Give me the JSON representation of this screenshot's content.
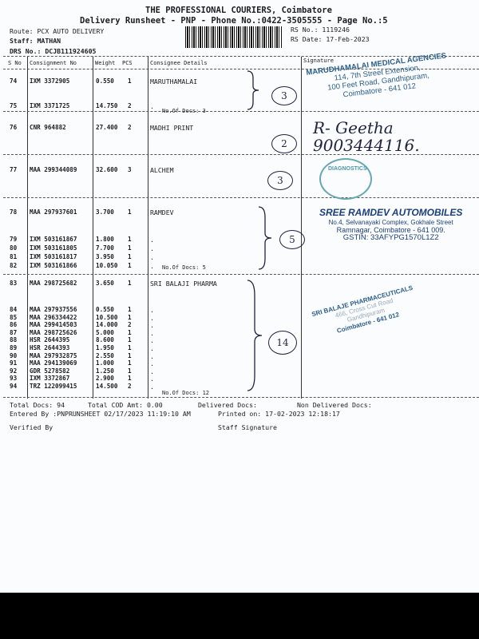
{
  "header": {
    "company": "THE PROFESSIONAL COURIERS, Coimbatore",
    "subtitle": "Delivery Runsheet - PNP - Phone No.:0422-3505555 - Page No.:5",
    "route": "Route: PCX AUTO DELIVERY",
    "staff": "Staff: MATHAN",
    "drs": "DRS No.: DCJB111924605",
    "rs_no": "RS No.: 1119246",
    "rs_date": "RS Date: 17-Feb-2023"
  },
  "columns": [
    "S No",
    "Consignment No",
    "Weight",
    "PCS",
    "Consignee Details",
    "Signature"
  ],
  "rows": [
    {
      "sno": "74",
      "cn": "IXM 3372905",
      "wt": "0.550",
      "pcs": "1",
      "consignee": "MARUTHAMALAI"
    },
    {
      "sno": "75",
      "cn": "IXM 3371725",
      "wt": "14.750",
      "pcs": "2",
      "consignee": "."
    },
    {
      "sno": "76",
      "cn": "CNR 964882",
      "wt": "27.400",
      "pcs": "2",
      "consignee": "MADHI PRINT"
    },
    {
      "sno": "77",
      "cn": "MAA 299344089",
      "wt": "32.600",
      "pcs": "3",
      "consignee": "ALCHEM"
    },
    {
      "sno": "78",
      "cn": "MAA 297937601",
      "wt": "3.700",
      "pcs": "1",
      "consignee": "RAMDEV"
    },
    {
      "sno": "79",
      "cn": "IXM 503161867",
      "wt": "1.800",
      "pcs": "1",
      "consignee": "."
    },
    {
      "sno": "80",
      "cn": "IXM 503161805",
      "wt": "7.700",
      "pcs": "1",
      "consignee": "."
    },
    {
      "sno": "81",
      "cn": "IXM 503161817",
      "wt": "3.950",
      "pcs": "1",
      "consignee": "."
    },
    {
      "sno": "82",
      "cn": "IXM 503161866",
      "wt": "10.050",
      "pcs": "1",
      "consignee": "."
    },
    {
      "sno": "83",
      "cn": "MAA 298725682",
      "wt": "3.650",
      "pcs": "1",
      "consignee": "SRI BALAJI PHARMA"
    },
    {
      "sno": "84",
      "cn": "MAA 297937556",
      "wt": "0.550",
      "pcs": "1",
      "consignee": "."
    },
    {
      "sno": "85",
      "cn": "MAA 296334422",
      "wt": "10.500",
      "pcs": "1",
      "consignee": "."
    },
    {
      "sno": "86",
      "cn": "MAA 299414503",
      "wt": "14.000",
      "pcs": "2",
      "consignee": "."
    },
    {
      "sno": "87",
      "cn": "MAA 298725626",
      "wt": "5.000",
      "pcs": "1",
      "consignee": "."
    },
    {
      "sno": "88",
      "cn": "HSR 2644395",
      "wt": "8.600",
      "pcs": "1",
      "consignee": "."
    },
    {
      "sno": "89",
      "cn": "HSR 2644393",
      "wt": "1.950",
      "pcs": "1",
      "consignee": "."
    },
    {
      "sno": "90",
      "cn": "MAA 297932875",
      "wt": "2.550",
      "pcs": "1",
      "consignee": "."
    },
    {
      "sno": "91",
      "cn": "MAA 294139069",
      "wt": "1.000",
      "pcs": "1",
      "consignee": "."
    },
    {
      "sno": "92",
      "cn": "GDR 5278582",
      "wt": "1.250",
      "pcs": "1",
      "consignee": "."
    },
    {
      "sno": "93",
      "cn": "IXM 3372867",
      "wt": "2.900",
      "pcs": "1",
      "consignee": "."
    },
    {
      "sno": "94",
      "cn": "TRZ 122099415",
      "wt": "14.500",
      "pcs": "2",
      "consignee": "."
    }
  ],
  "doc_counts": [
    "No.Of Docs: 3",
    "No.Of Docs: 5",
    "No.Of Docs: 12"
  ],
  "handwritten_counts": [
    "3",
    "2",
    "3",
    "5",
    "14"
  ],
  "signatures": {
    "stamp1": [
      "MARUDHAMALAI MEDICAL AGENCIES",
      "114, 7th Street Extension,",
      "100 Feet Road, Gandhipuram,",
      "Coimbatore - 641 012"
    ],
    "receiver_name": "R- Geetha",
    "receiver_phone": "9003444116.",
    "stamp2": "DIAGNOSTICS",
    "stamp3": [
      "SREE RAMDEV AUTOMOBILES",
      "No.4, Selvanayaki Complex, Gokhale Street",
      "Ramnagar, Coimbatore - 641 009.",
      "GSTIN: 33AFYPG1570L1Z2"
    ],
    "stamp4": [
      "SRI BALAJE PHARMACEUTICALS",
      "466, Cross Cut Road",
      "Gandhipuram",
      "Coimbatore - 641 012"
    ]
  },
  "footer": {
    "total_docs": "Total Docs:  94",
    "cod": "Total COD Amt:    0.00",
    "delivered": "Delivered Docs:",
    "non_delivered": "Non Delivered Docs:",
    "entered_by": "Entered By :PNPRUNSHEET 02/17/2023 11:19:10 AM",
    "printed_on": "Printed on: 17-02-2023 12:18:17",
    "verified_by": "Verified By",
    "staff_signature": "Staff Signature"
  }
}
